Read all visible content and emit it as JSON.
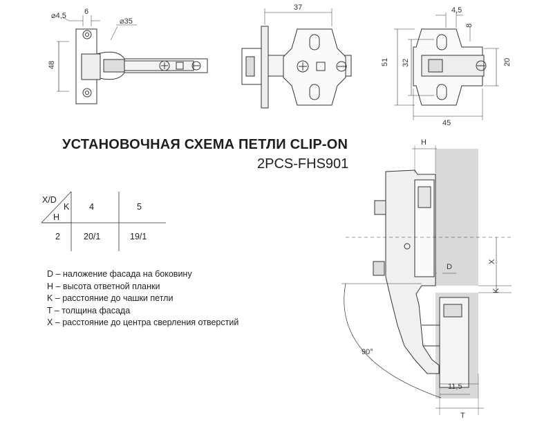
{
  "title": "УСТАНОВОЧНАЯ СХЕМА ПЕТЛИ CLIP-ON",
  "model": "2PCS-FHS901",
  "top_dims": {
    "d45": "⌀4,5",
    "six": "6",
    "d35": "⌀35",
    "h48": "48",
    "w37": "37",
    "h51": "51",
    "w45b": "4,5",
    "eight": "8",
    "h32": "32",
    "h20": "20",
    "w45": "45"
  },
  "table": {
    "corner_xd": "X/D",
    "corner_k": "K",
    "corner_h": "H",
    "col1": "4",
    "col2": "5",
    "row_label": "2",
    "cell1": "20/1",
    "cell2": "19/1"
  },
  "legend": [
    "D – наложение фасада на боковину",
    "H – высота ответной планки",
    "K – расстояние до чашки петли",
    "T – толщина фасада",
    "X – расстояние до центра сверления отверстий"
  ],
  "section": {
    "H": "H",
    "D": "D",
    "X": "X",
    "K": "K",
    "angle": "90°",
    "w115": "11,5",
    "T": "T"
  }
}
